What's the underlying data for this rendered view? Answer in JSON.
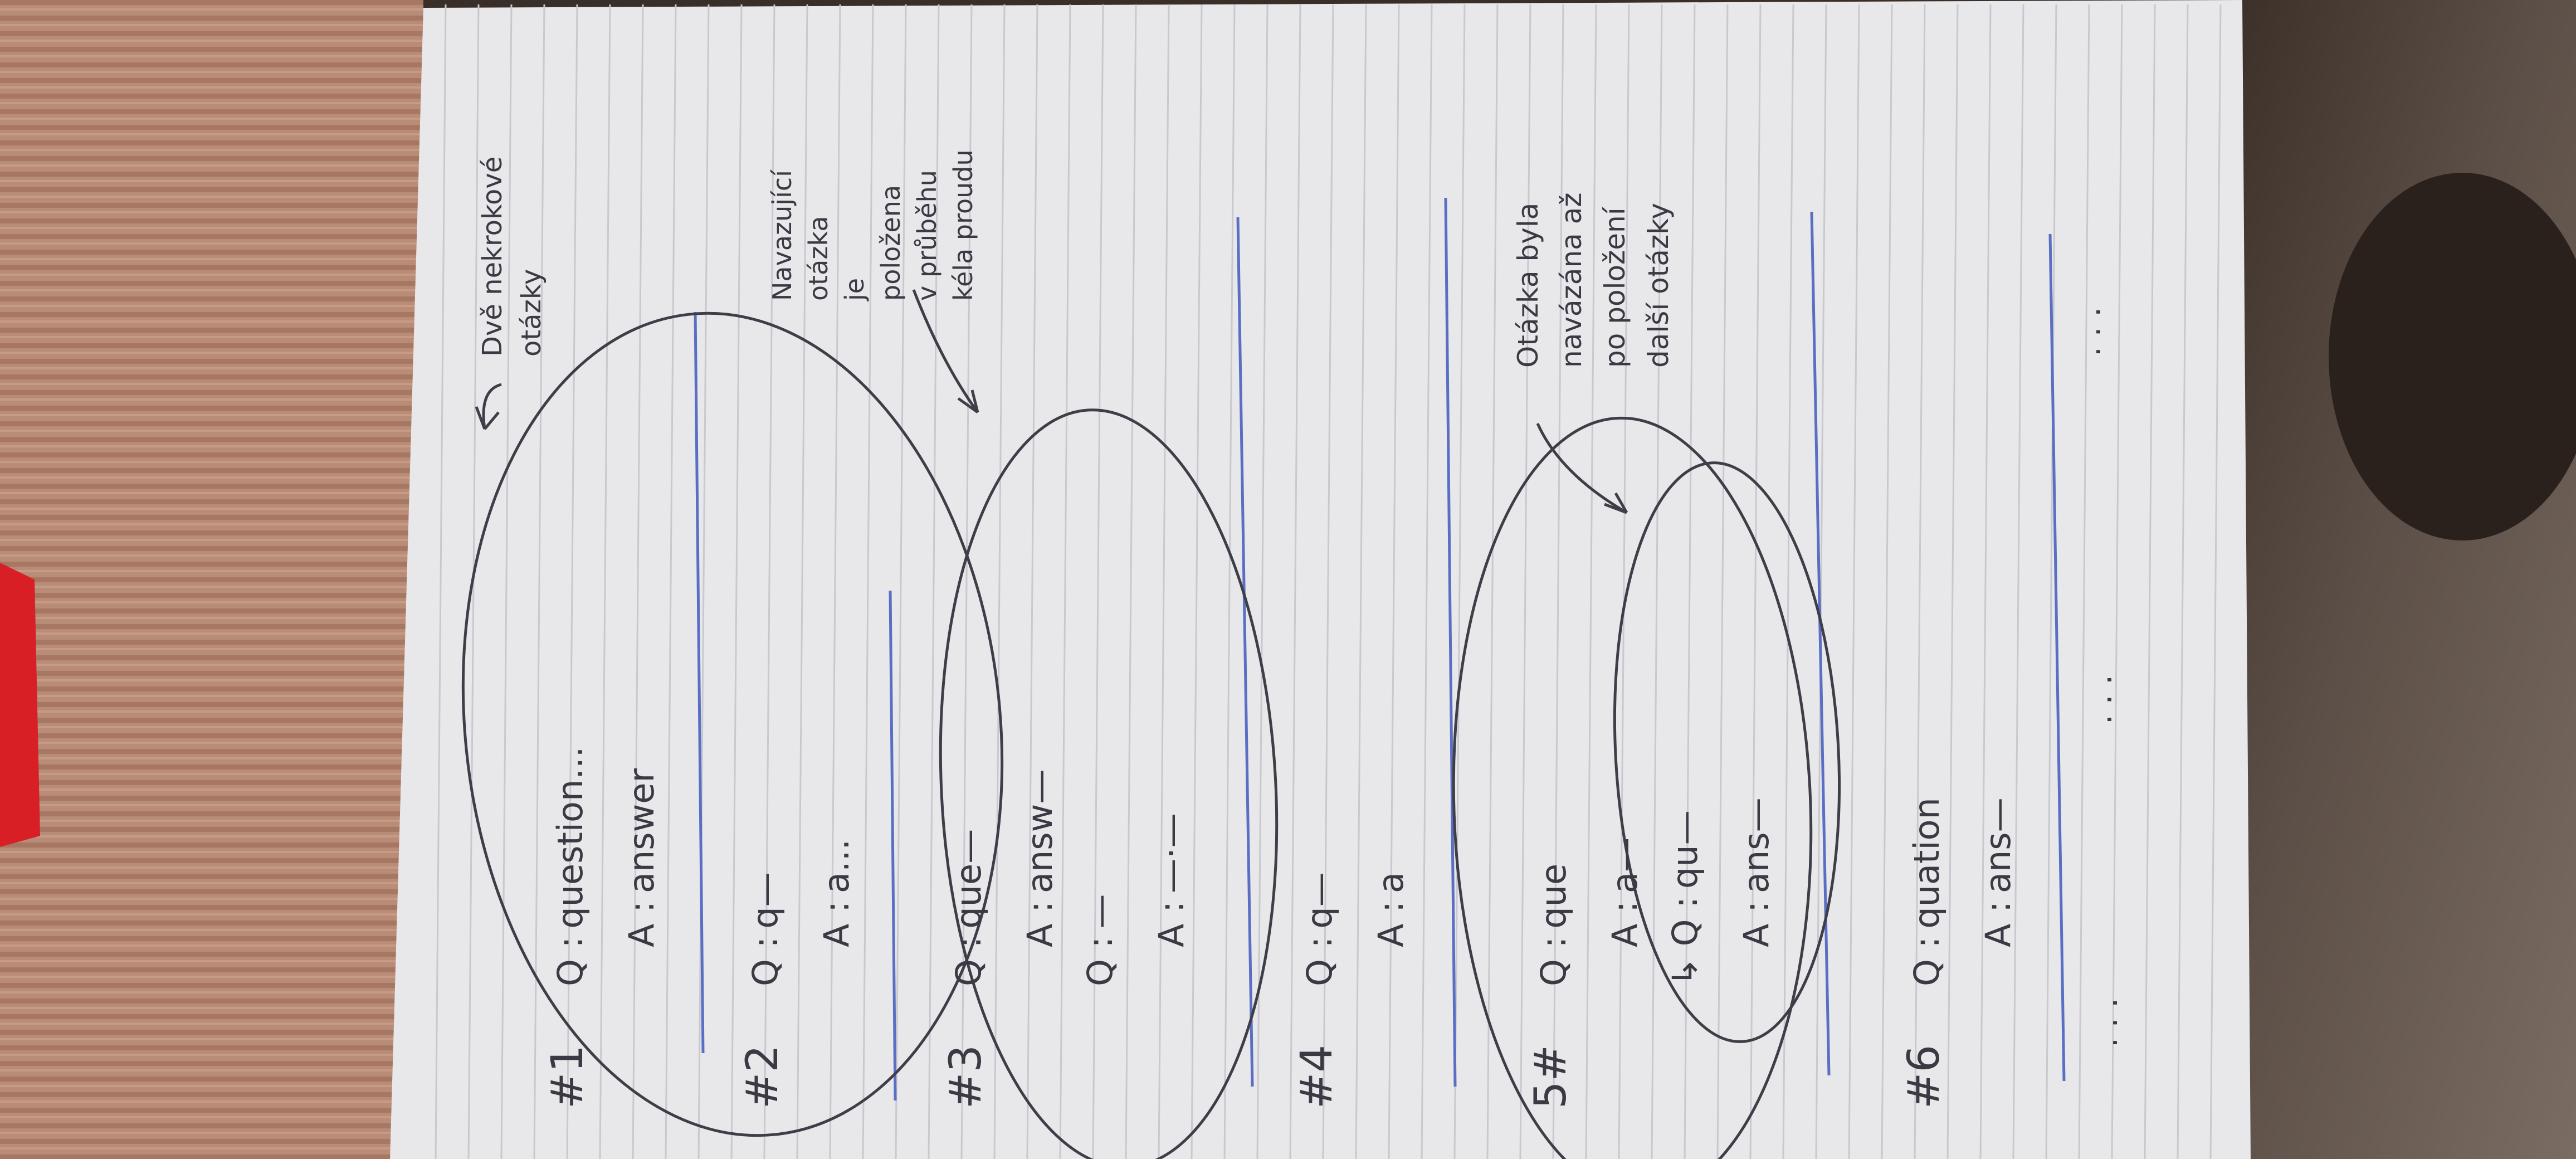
{
  "colors": {
    "fabric": "#b98c78",
    "fabric_stripe": "#a77762",
    "paper": "#e8e7e9",
    "ruled_line": "#c8c8cf",
    "margin_rule": "#5a6fc4",
    "pencil": "#3e3e48",
    "right_background": "#5f534b",
    "red_object": "#d81f26"
  },
  "icons": [
    "arrow-icon"
  ],
  "annotations": {
    "top_note": [
      "Dvě nekrokové",
      "otázky"
    ],
    "second_note": [
      "Navazující",
      "otázka",
      "je",
      "položena",
      "v průběhu",
      "kéla proudu"
    ],
    "third_note": [
      "Otázka byla",
      "navázána až",
      "po položení",
      "další otázky"
    ]
  },
  "entries": [
    {
      "number": "#1",
      "lines": [
        {
          "prefix": "Q :",
          "text": "question..."
        },
        {
          "prefix": "A :",
          "text": "answer"
        }
      ]
    },
    {
      "number": "#2",
      "lines": [
        {
          "prefix": "Q :",
          "text": "q—"
        },
        {
          "prefix": "A :",
          "text": "a..."
        }
      ]
    },
    {
      "number": "#3",
      "lines": [
        {
          "prefix": "Q :",
          "text": "que—"
        },
        {
          "prefix": "A :",
          "text": "answ—"
        },
        {
          "prefix": "Q :",
          "text": "—"
        },
        {
          "prefix": "A :",
          "text": "—·—"
        }
      ]
    },
    {
      "number": "#4",
      "lines": [
        {
          "prefix": "Q :",
          "text": "q—"
        },
        {
          "prefix": "A :",
          "text": "a"
        }
      ]
    },
    {
      "number": "5#",
      "lines": [
        {
          "prefix": "Q :",
          "text": "que"
        },
        {
          "prefix": "A :",
          "text": "a—"
        },
        {
          "prefix": "↳ Q :",
          "text": "qu—"
        },
        {
          "prefix": "A :",
          "text": "ans—"
        }
      ]
    },
    {
      "number": "#6",
      "lines": [
        {
          "prefix": "Q :",
          "text": "quation"
        },
        {
          "prefix": "A :",
          "text": "ans—"
        }
      ]
    }
  ],
  "ellipsis_marks": [
    ". . .",
    ". . .",
    ". . ."
  ]
}
